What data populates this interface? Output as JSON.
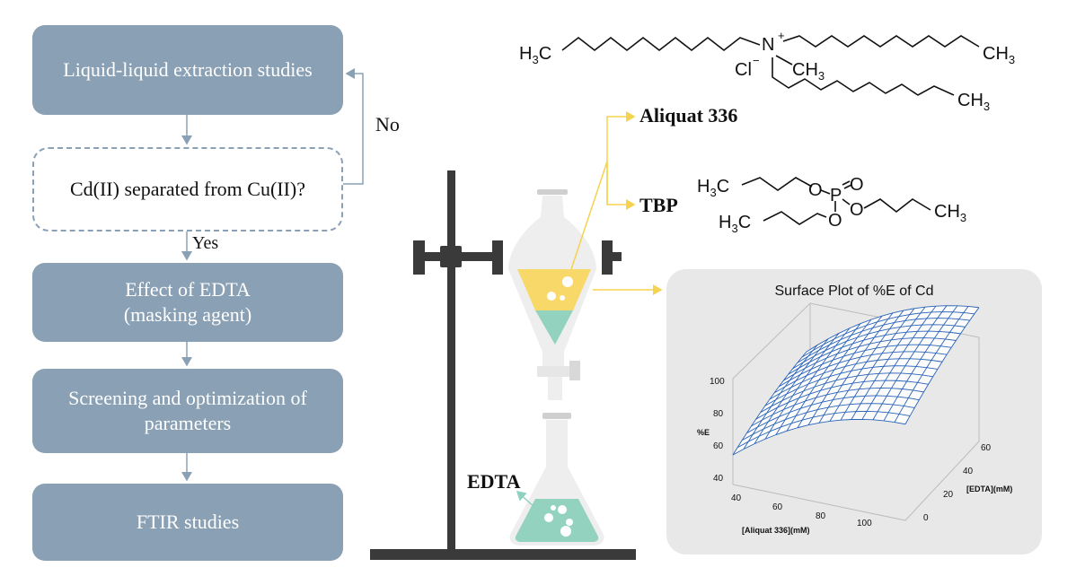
{
  "flowchart": {
    "steps": [
      {
        "id": "lle",
        "label": "Liquid-liquid extraction studies"
      },
      {
        "id": "decision",
        "label": "Cd(II) separated from Cu(II)?"
      },
      {
        "id": "edta",
        "label": "Effect of EDTA\n(masking agent)"
      },
      {
        "id": "screening",
        "label": "Screening and optimization of\nparameters"
      },
      {
        "id": "ftir",
        "label": "FTIR studies"
      }
    ],
    "no_label": "No",
    "yes_label": "Yes"
  },
  "chemicals": {
    "aliquat_label": "Aliquat 336",
    "tbp_label": "TBP",
    "edta_label": "EDTA",
    "aliquat_formula": {
      "left_methyl": "H3C",
      "n_atom": "N",
      "charge": "+",
      "chloride": "Cl",
      "chloride_charge": "−",
      "methyl": "CH3",
      "right_chain_end": "CH3",
      "bottom_chain_end": "CH3"
    },
    "tbp_formula": {
      "top_left": "H3C",
      "bottom_left": "H3C",
      "right": "CH3",
      "p_atom": "P",
      "o_atom": "O"
    }
  },
  "surface_plot": {
    "title": "Surface Plot of %E of Cd",
    "z_label": "%E",
    "x_label": "[Aliquat 336](mM)",
    "y_label": "[EDTA](mM)",
    "z_ticks": [
      "40",
      "60",
      "80",
      "100"
    ],
    "x_ticks": [
      "40",
      "60",
      "80",
      "100"
    ],
    "y_ticks": [
      "0",
      "20",
      "40",
      "60"
    ],
    "mesh_color": "#2a63b8"
  }
}
